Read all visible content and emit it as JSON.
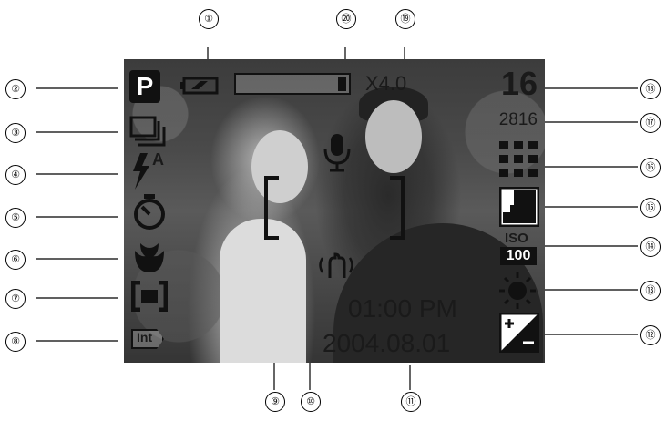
{
  "callouts": {
    "c1": "①",
    "c2": "②",
    "c3": "③",
    "c4": "④",
    "c5": "⑤",
    "c6": "⑥",
    "c7": "⑦",
    "c8": "⑧",
    "c9": "⑨",
    "c10": "⑩",
    "c11": "⑪",
    "c12": "⑫",
    "c13": "⑬",
    "c14": "⑭",
    "c15": "⑮",
    "c16": "⑯",
    "c17": "⑰",
    "c18": "⑱",
    "c19": "⑲",
    "c20": "⑳"
  },
  "lcd": {
    "mode": "P",
    "zoom": "X4.0",
    "zoom_level": 0.93,
    "shots_remaining": "16",
    "image_size": "2816",
    "iso_label": "ISO",
    "iso_value": "100",
    "flash_auto": "A",
    "memory": "Int",
    "time": "01:00 PM",
    "date": "2004.08.01"
  },
  "icons": [
    "battery-icon",
    "drive-mode-icon",
    "flash-icon",
    "self-timer-icon",
    "macro-icon",
    "metering-icon",
    "memory-card-icon",
    "af-frame",
    "shake-warning-icon",
    "voice-memo-icon",
    "quality-icon",
    "sharpness-icon",
    "white-balance-icon",
    "exposure-compensation-icon"
  ]
}
